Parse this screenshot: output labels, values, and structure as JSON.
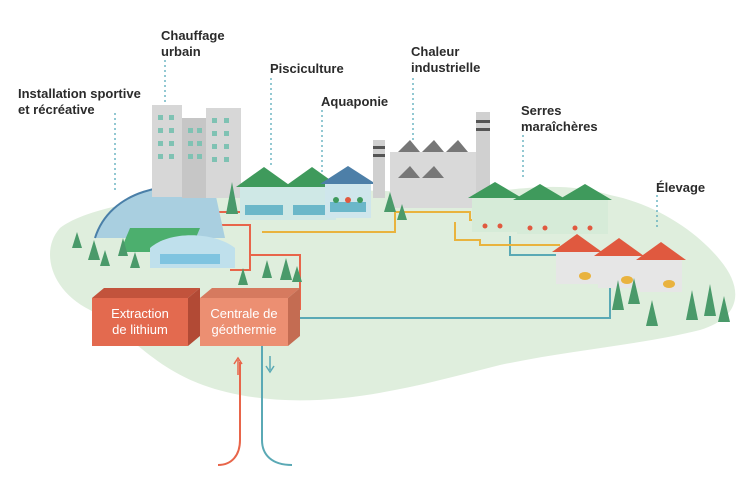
{
  "labels": {
    "chauffage": [
      "Chauffage",
      "urbain"
    ],
    "sport": [
      "Installation sportive",
      "et récréative"
    ],
    "pisciculture": "Pisciculture",
    "aquaponie": "Aquaponie",
    "chaleur": [
      "Chaleur",
      "industrielle"
    ],
    "serres": [
      "Serres",
      "maraîchères"
    ],
    "elevage": "Élevage"
  },
  "boxes": {
    "extraction": [
      "Extraction",
      "de lithium"
    ],
    "centrale": [
      "Centrale de",
      "géothermie"
    ]
  },
  "colors": {
    "ground": "#dfeedd",
    "orange_pipe": "#e8654a",
    "teal_pipe": "#5aa9b5",
    "yellow_pipe": "#e9b33e",
    "extraction_box": "#e36a4f",
    "centrale_box": "#ec8f72",
    "green_roof": "#3f9a5c",
    "blue_roof": "#4d7fa8",
    "red_roof": "#e0593f",
    "building": "#d7d7d7",
    "tree": "#4a9a6a"
  }
}
